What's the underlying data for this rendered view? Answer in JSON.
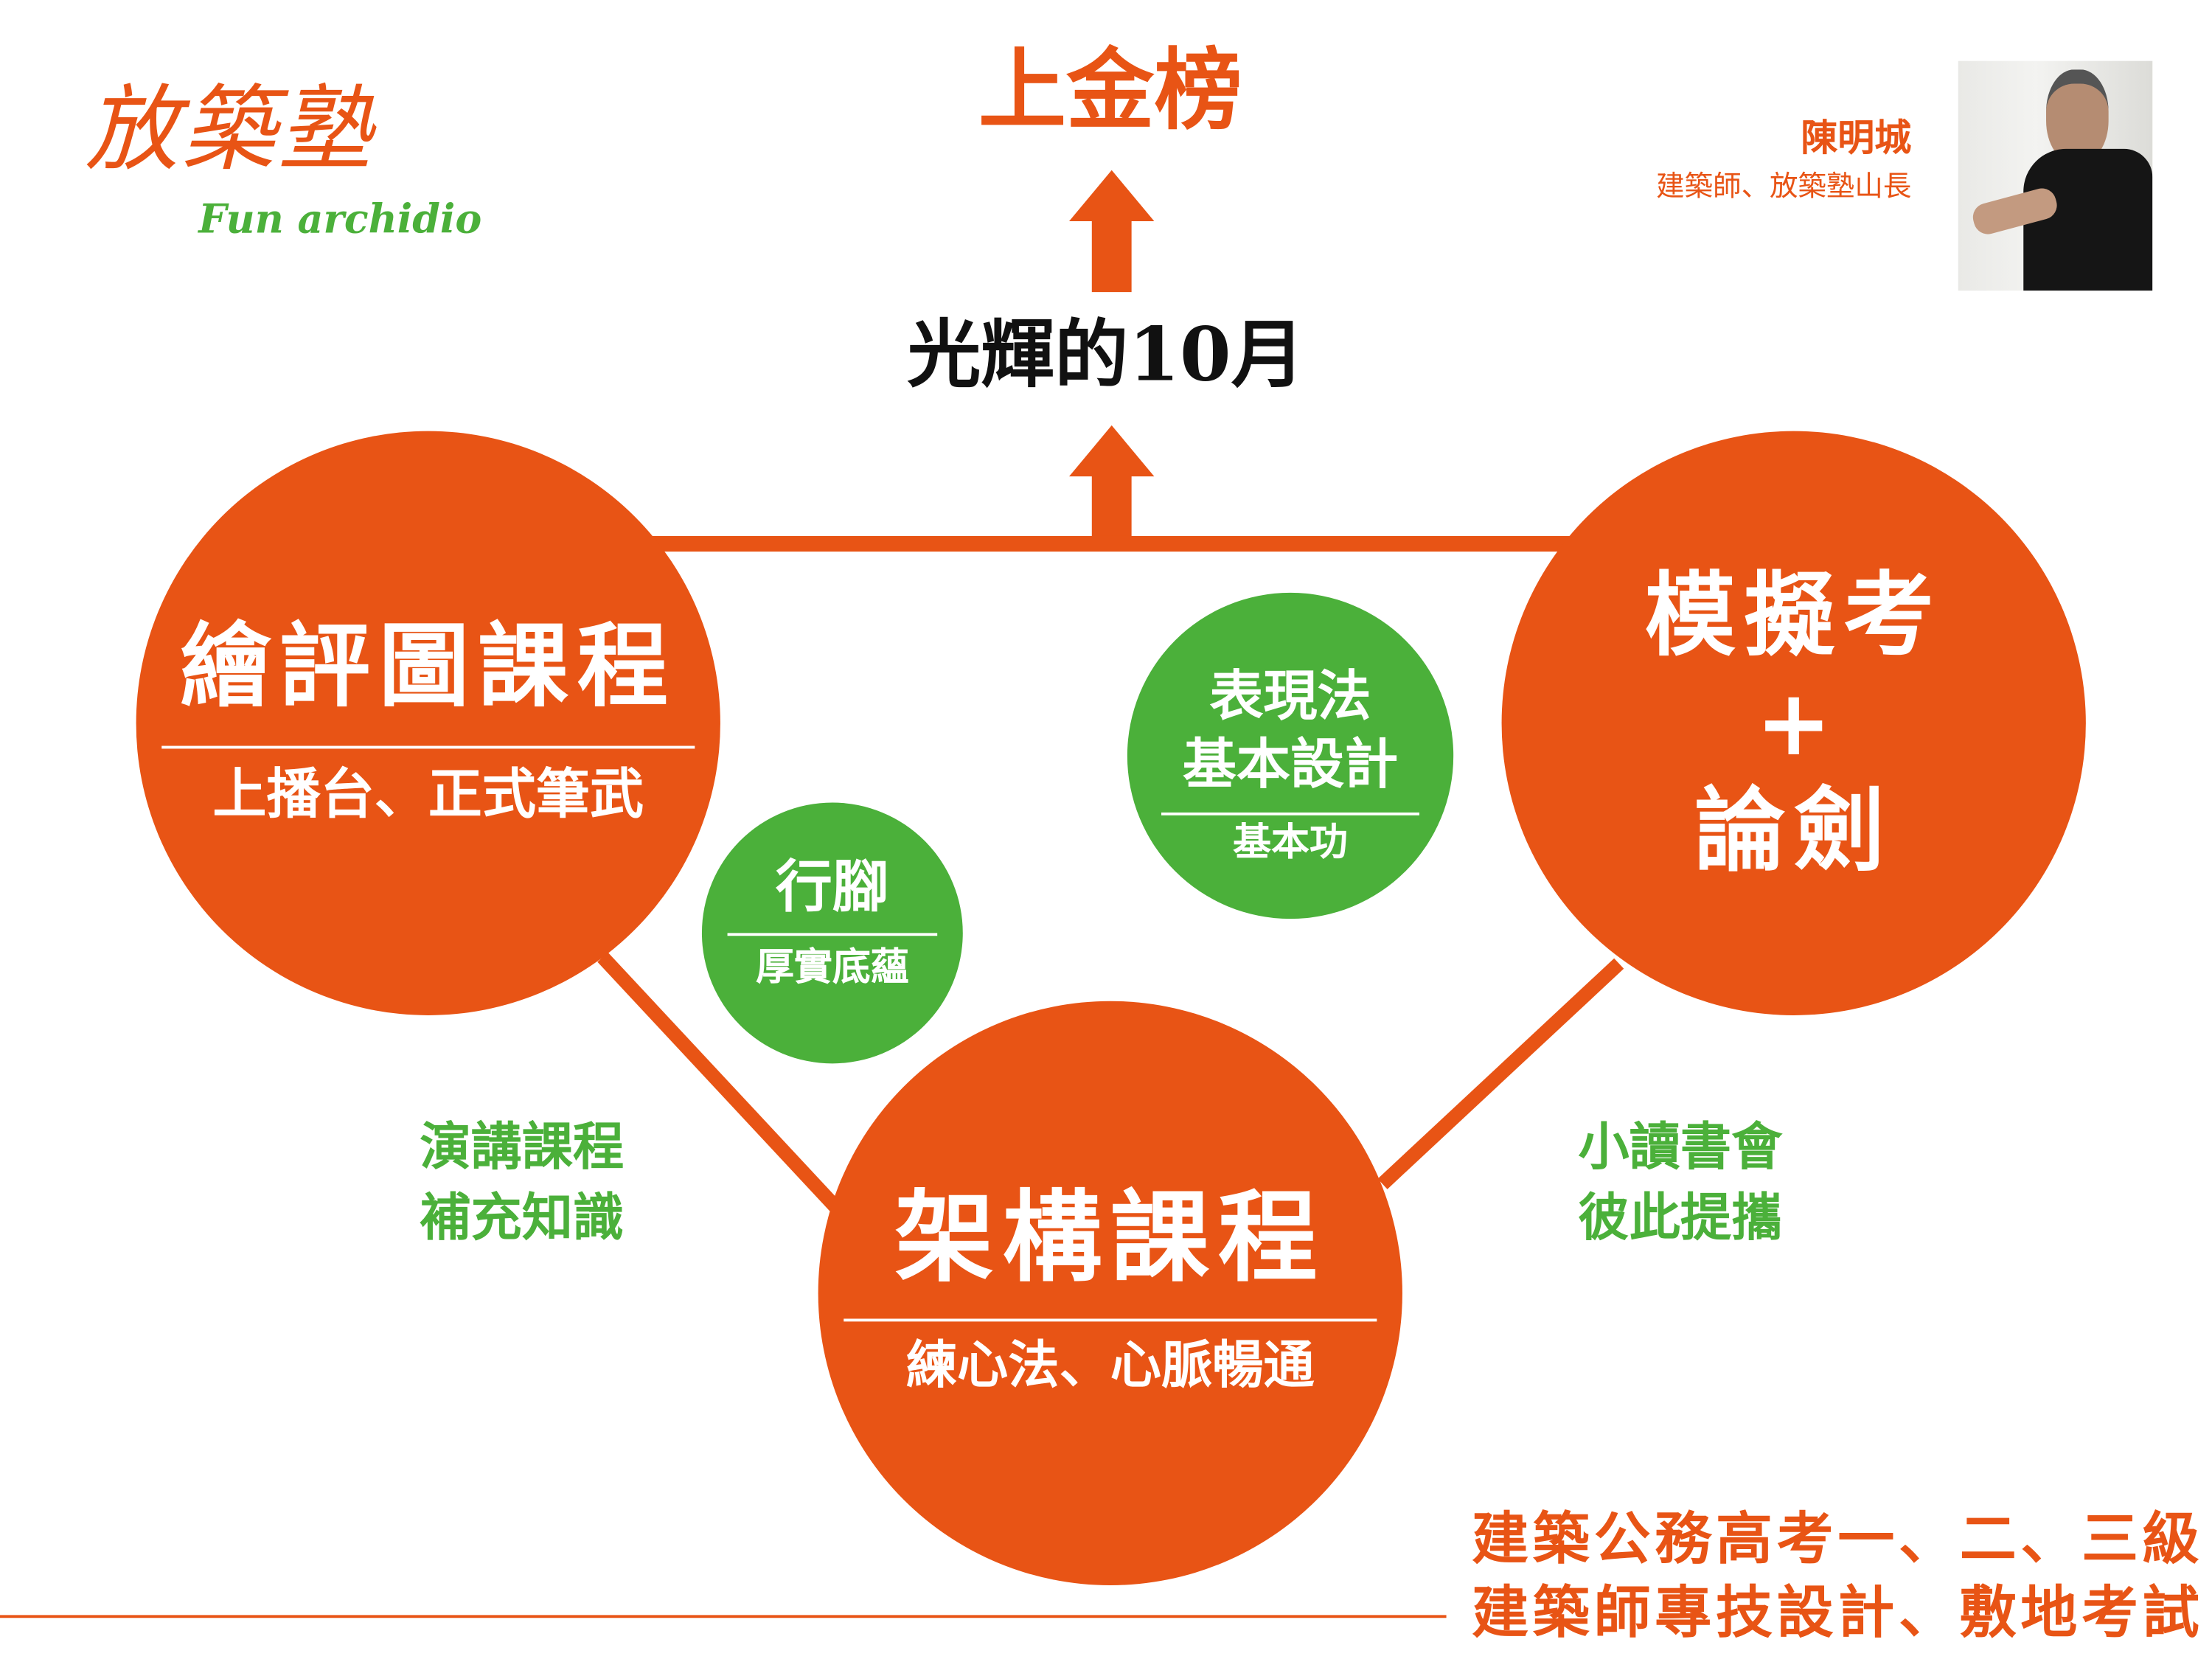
{
  "logo": {
    "chinese": "放築塾",
    "english": "Fun archidio"
  },
  "top": {
    "goal": "上金榜",
    "milestone": "光輝的10月"
  },
  "person": {
    "name": "陳明城",
    "title": "建築師、放築塾山長"
  },
  "circles": {
    "left": {
      "title": "繪評圖課程",
      "subtitle": "上播台、正式筆武"
    },
    "right": {
      "line1": "模擬考",
      "plus": "+",
      "line2": "論劍"
    },
    "bottom": {
      "title": "架構課程",
      "subtitle": "練心法、心脈暢通"
    },
    "green_small": {
      "title": "行腳",
      "subtitle": "厚實底蘊"
    },
    "green_large": {
      "line1": "表現法",
      "line2": "基本設計",
      "subtitle": "基本功"
    }
  },
  "side_notes": {
    "left": [
      "演講課程",
      "補充知識"
    ],
    "right": [
      "小讀書會",
      "彼此提攜"
    ]
  },
  "footer": {
    "line1": "建築公務高考一、二、三級",
    "line2": "建築師專技設計、敷地考試"
  },
  "colors": {
    "orange": "#E85415",
    "green": "#4BB03A"
  }
}
